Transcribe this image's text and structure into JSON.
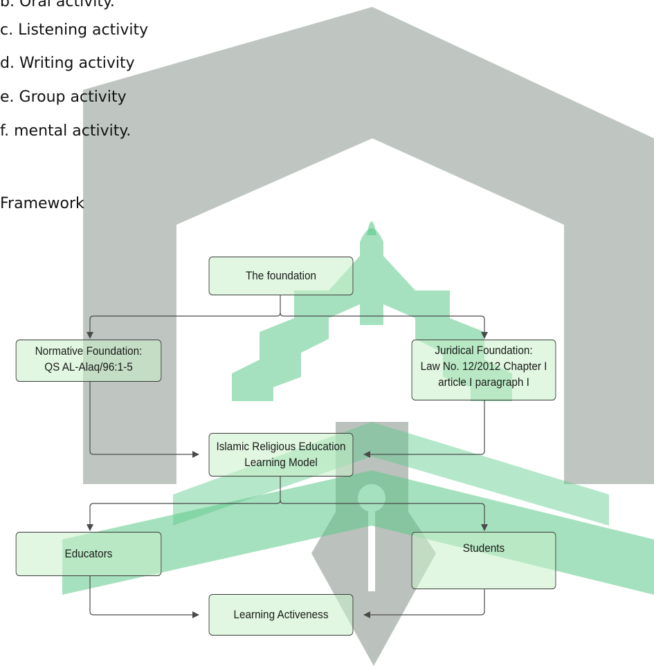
{
  "list_items": [
    {
      "text": "b. Oral activity."
    },
    {
      "text": "c. Listening activity"
    },
    {
      "text": "d. Writing activity"
    },
    {
      "text": "e. Group activity"
    },
    {
      "text": "f. mental activity."
    }
  ],
  "section_heading": "Framework",
  "diagram": {
    "foundation": {
      "label": "The foundation"
    },
    "normative": {
      "line1": "Normative Foundation:",
      "line2": "QS AL-Alaq/96:1-5"
    },
    "juridical": {
      "line1": "Juridical Foundation:",
      "line2": "Law No. 12/2012 Chapter I",
      "line3": "article I paragraph I"
    },
    "model": {
      "line1": "Islamic Religious Education",
      "line2": "Learning Model"
    },
    "educators": {
      "label": "Educators"
    },
    "students": {
      "label": "Students"
    },
    "activeness": {
      "label": "Learning Activeness"
    }
  },
  "colors": {
    "box_fill": "#c8f0c8",
    "box_border": "#3a3a3a",
    "connector": "#4a4a4a",
    "watermark_gray": "#9aa59f",
    "watermark_green": "#5cc98a"
  }
}
